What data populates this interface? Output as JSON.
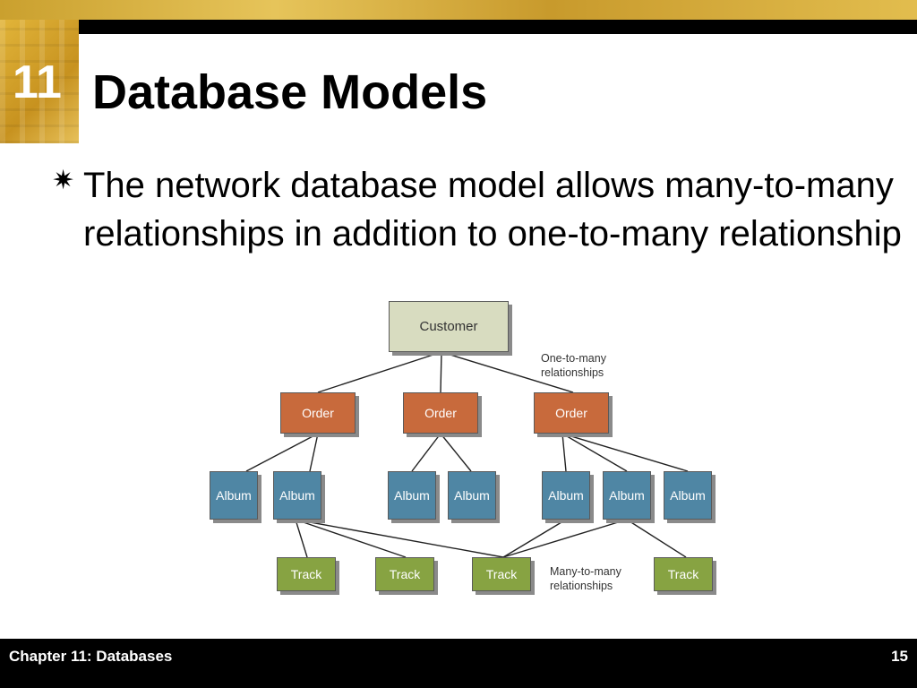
{
  "slide": {
    "chapter_number": "11",
    "title": "Database Models",
    "bullet": "The network database model allows many-to-many relationships in addition to one-to-many relationship"
  },
  "diagram": {
    "customer": "Customer",
    "orders": [
      "Order",
      "Order",
      "Order"
    ],
    "albums": [
      "Album",
      "Album",
      "Album",
      "Album",
      "Album",
      "Album",
      "Album"
    ],
    "tracks": [
      "Track",
      "Track",
      "Track",
      "Track"
    ],
    "note_one_to_many": "One-to-many relationships",
    "note_many_to_many": "Many-to-many relationships"
  },
  "footer": {
    "chapter": "Chapter 11: Databases",
    "page": "15"
  },
  "colors": {
    "order": "#c86a3c",
    "album": "#4f86a4",
    "track": "#87a342",
    "customer": "#d8dcc0"
  }
}
